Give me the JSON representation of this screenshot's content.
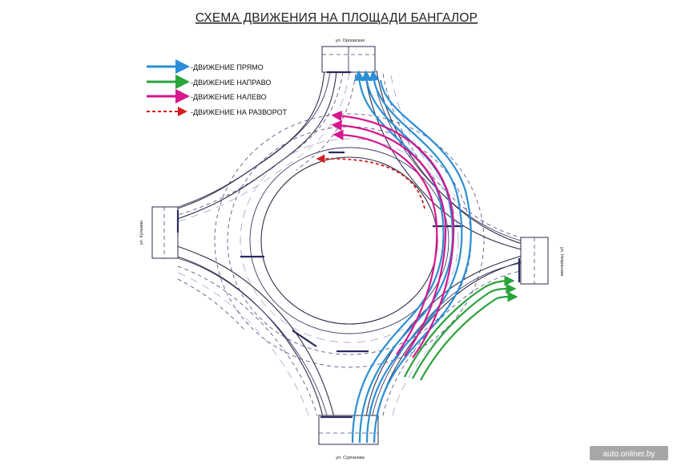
{
  "title": "СХЕМА ДВИЖЕНИЯ НА ПЛОЩАДИ БАНГАЛОР",
  "legend": [
    {
      "label": "-ДВИЖЕНИЕ ПРЯМО",
      "color": "#2a8fd6",
      "style": "solid"
    },
    {
      "label": "-ДВИЖЕНИЕ НАПРАВО",
      "color": "#2aa33b",
      "style": "solid"
    },
    {
      "label": "-ДВИЖЕНИЕ НАЛЕВО",
      "color": "#d6178e",
      "style": "solid"
    },
    {
      "label": "-ДВИЖЕНИЕ НА РАЗВОРОТ",
      "color": "#d21f1f",
      "style": "dashed"
    }
  ],
  "streets": {
    "north": "ул. Орловская",
    "south": "ул. Сурганова",
    "west": "ул. Кульман",
    "east": "ул. Некрасова"
  },
  "watermark": "auto.onliner.by"
}
